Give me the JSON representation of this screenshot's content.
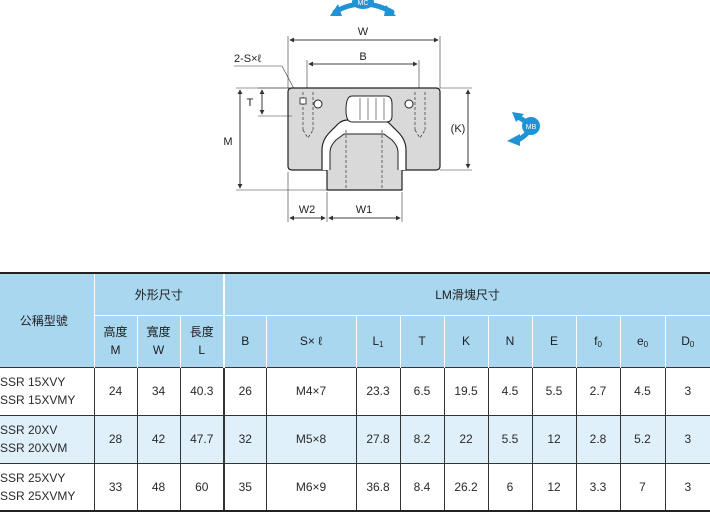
{
  "drawing": {
    "labels": {
      "w": "W",
      "b": "B",
      "t": "T",
      "m": "M",
      "k": "(K)",
      "w2": "W2",
      "w1": "W1",
      "screw": "2-S×ℓ",
      "mb": "MB",
      "mc": "MC"
    },
    "colors": {
      "accent": "#1f93d6",
      "header": "#a9d7ef",
      "row_alt": "#dff0fa",
      "body_fill": "#d9d9d9"
    }
  },
  "table": {
    "header": {
      "model": "公稱型號",
      "outer_group": "外形尺寸",
      "lm_group": "LM滑塊尺寸",
      "height": "高度",
      "height_sym": "M",
      "width": "寬度",
      "width_sym": "W",
      "length": "長度",
      "length_sym": "L",
      "b": "B",
      "sl": "S× ℓ",
      "l1": "L",
      "l1_sub": "1",
      "t": "T",
      "k": "K",
      "n": "N",
      "e": "E",
      "f0": "f",
      "f0_sub": "0",
      "e0": "e",
      "e0_sub": "0",
      "d0": "D",
      "d0_sub": "0"
    },
    "rows": [
      {
        "model1": "SSR 15XVY",
        "model2": "SSR 15XVMY",
        "M": "24",
        "W": "34",
        "L": "40.3",
        "B": "26",
        "SL": "M4×7",
        "L1": "23.3",
        "T": "6.5",
        "K": "19.5",
        "N": "4.5",
        "E": "5.5",
        "f0": "2.7",
        "e0": "4.5",
        "D0": "3"
      },
      {
        "model1": "SSR 20XV",
        "model2": "SSR 20XVM",
        "M": "28",
        "W": "42",
        "L": "47.7",
        "B": "32",
        "SL": "M5×8",
        "L1": "27.8",
        "T": "8.2",
        "K": "22",
        "N": "5.5",
        "E": "12",
        "f0": "2.8",
        "e0": "5.2",
        "D0": "3"
      },
      {
        "model1": "SSR 25XVY",
        "model2": "SSR 25XVMY",
        "M": "33",
        "W": "48",
        "L": "60",
        "B": "35",
        "SL": "M6×9",
        "L1": "36.8",
        "T": "8.4",
        "K": "26.2",
        "N": "6",
        "E": "12",
        "f0": "3.3",
        "e0": "7",
        "D0": "3"
      }
    ]
  }
}
